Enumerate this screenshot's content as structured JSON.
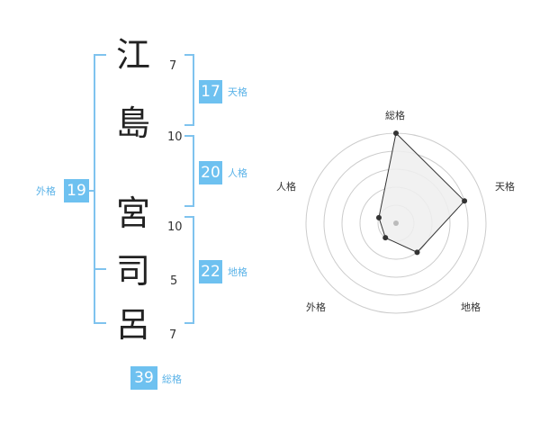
{
  "name_chars": [
    {
      "char": "江",
      "strokes": "7"
    },
    {
      "char": "島",
      "strokes": "10"
    },
    {
      "char": "宮",
      "strokes": "10"
    },
    {
      "char": "司",
      "strokes": "5"
    },
    {
      "char": "呂",
      "strokes": "7"
    }
  ],
  "fortunes": {
    "tenkaku": {
      "label": "天格",
      "value": "17"
    },
    "jinkaku": {
      "label": "人格",
      "value": "20"
    },
    "chikaku": {
      "label": "地格",
      "value": "22"
    },
    "gaikaku": {
      "label": "外格",
      "value": "19"
    },
    "soukaku": {
      "label": "総格",
      "value": "39"
    }
  },
  "colors": {
    "accent": "#6ec1f0",
    "bracket": "#7fc3ee",
    "radar_fill": "#eeeeee",
    "radar_line": "#333333",
    "ring": "#cccccc"
  },
  "chart_data": {
    "type": "radar",
    "axes": [
      "総格",
      "天格",
      "地格",
      "外格",
      "人格"
    ],
    "values": [
      5,
      4,
      2,
      1,
      1
    ],
    "max": 5,
    "rings": 5
  }
}
